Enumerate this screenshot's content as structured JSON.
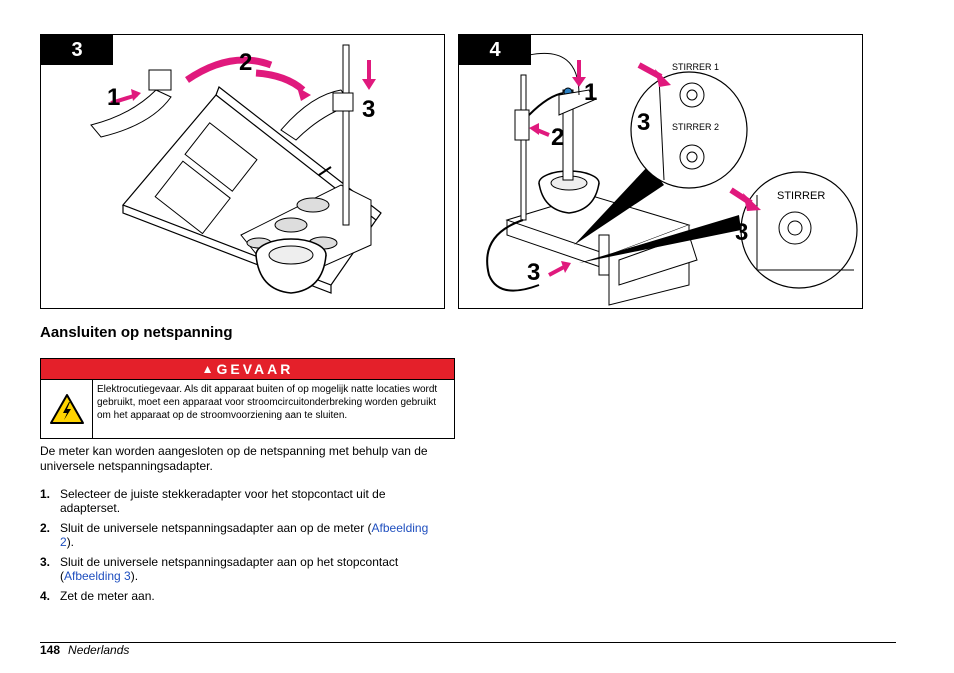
{
  "figures": [
    {
      "number": "3",
      "callouts": [
        "1",
        "2",
        "3"
      ]
    },
    {
      "number": "4",
      "callouts": [
        "1",
        "2",
        "3",
        "3",
        "3"
      ],
      "labels": [
        "STIRRER 1",
        "STIRRER 2",
        "STIRRER"
      ]
    }
  ],
  "section_title": "Aansluiten op netspanning",
  "danger": {
    "header": "GEVAAR",
    "icon": "electric-shock-warning-icon",
    "text": "Elektrocutiegevaar. Als dit apparaat buiten of op mogelijk natte locaties wordt gebruikt, moet een apparaat voor stroomcircuitonderbreking worden gebruikt om het apparaat op de stroomvoorziening aan te sluiten."
  },
  "intro": "De meter kan worden aangesloten op de netspanning met behulp van de universele netspanningsadapter.",
  "steps": [
    {
      "num": "1.",
      "text": "Selecteer de juiste stekkeradapter voor het stopcontact uit de adapterset."
    },
    {
      "num": "2.",
      "text_before": "Sluit de universele netspanningsadapter aan op de meter (",
      "link": "Afbeelding 2",
      "text_after": ")."
    },
    {
      "num": "3.",
      "text_before": "Sluit de universele netspanningsadapter aan op het stopcontact (",
      "link": "Afbeelding 3",
      "text_after": ")."
    },
    {
      "num": "4.",
      "text": "Zet de meter aan."
    }
  ],
  "footer": {
    "page": "148",
    "language": "Nederlands"
  },
  "colors": {
    "accent": "#e0197d",
    "danger": "#e4202a",
    "link": "#1f4fbf"
  }
}
